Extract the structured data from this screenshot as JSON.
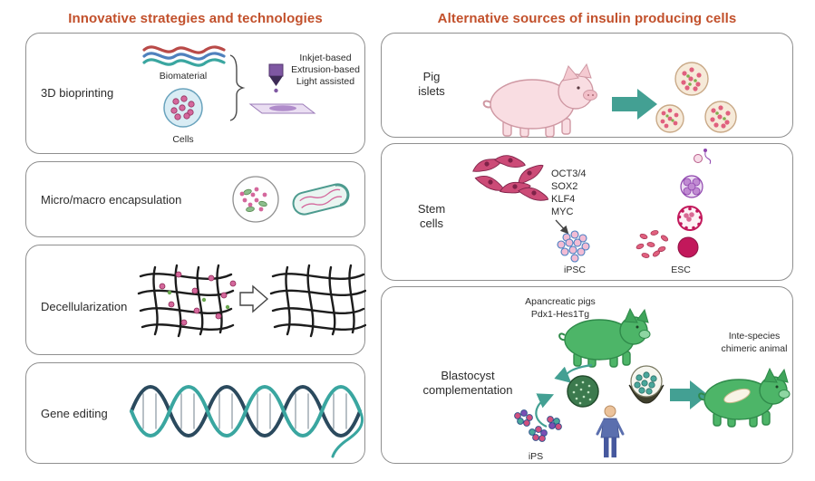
{
  "headers": {
    "left": "Innovative strategies and technologies",
    "right": "Alternative sources of insulin producing cells"
  },
  "bioprinting": {
    "label": "3D bioprinting",
    "biomaterial": "Biomaterial",
    "cells": "Cells",
    "inkjet": "Inkjet-based",
    "extrusion": "Extrusion-based",
    "light": "Light assisted"
  },
  "encapsulation": {
    "label": "Micro/macro encapsulation"
  },
  "decellularization": {
    "label": "Decellularization"
  },
  "gene_editing": {
    "label": "Gene editing"
  },
  "pig_islets": {
    "line1": "Pig",
    "line2": "islets"
  },
  "stem_cells": {
    "line1": "Stem",
    "line2": "cells",
    "factor1": "OCT3/4",
    "factor2": "SOX2",
    "factor3": "KLF4",
    "factor4": "MYC",
    "ipsc": "iPSC",
    "esc": "ESC"
  },
  "blastocyst": {
    "line1": "Blastocyst",
    "line2": "complementation",
    "pigs1": "Apancreatic pigs",
    "pigs2": "Pdx1-Hes1Tg",
    "ips": "iPS",
    "result1": "Inte-species",
    "result2": "chimeric animal"
  },
  "colors": {
    "header": "#c2502b",
    "arrow_teal": "#43a093",
    "pig_pink": "#f9dde2",
    "pig_green": "#4db568",
    "cell_pink": "#d4679c",
    "magenta": "#c2185b"
  }
}
